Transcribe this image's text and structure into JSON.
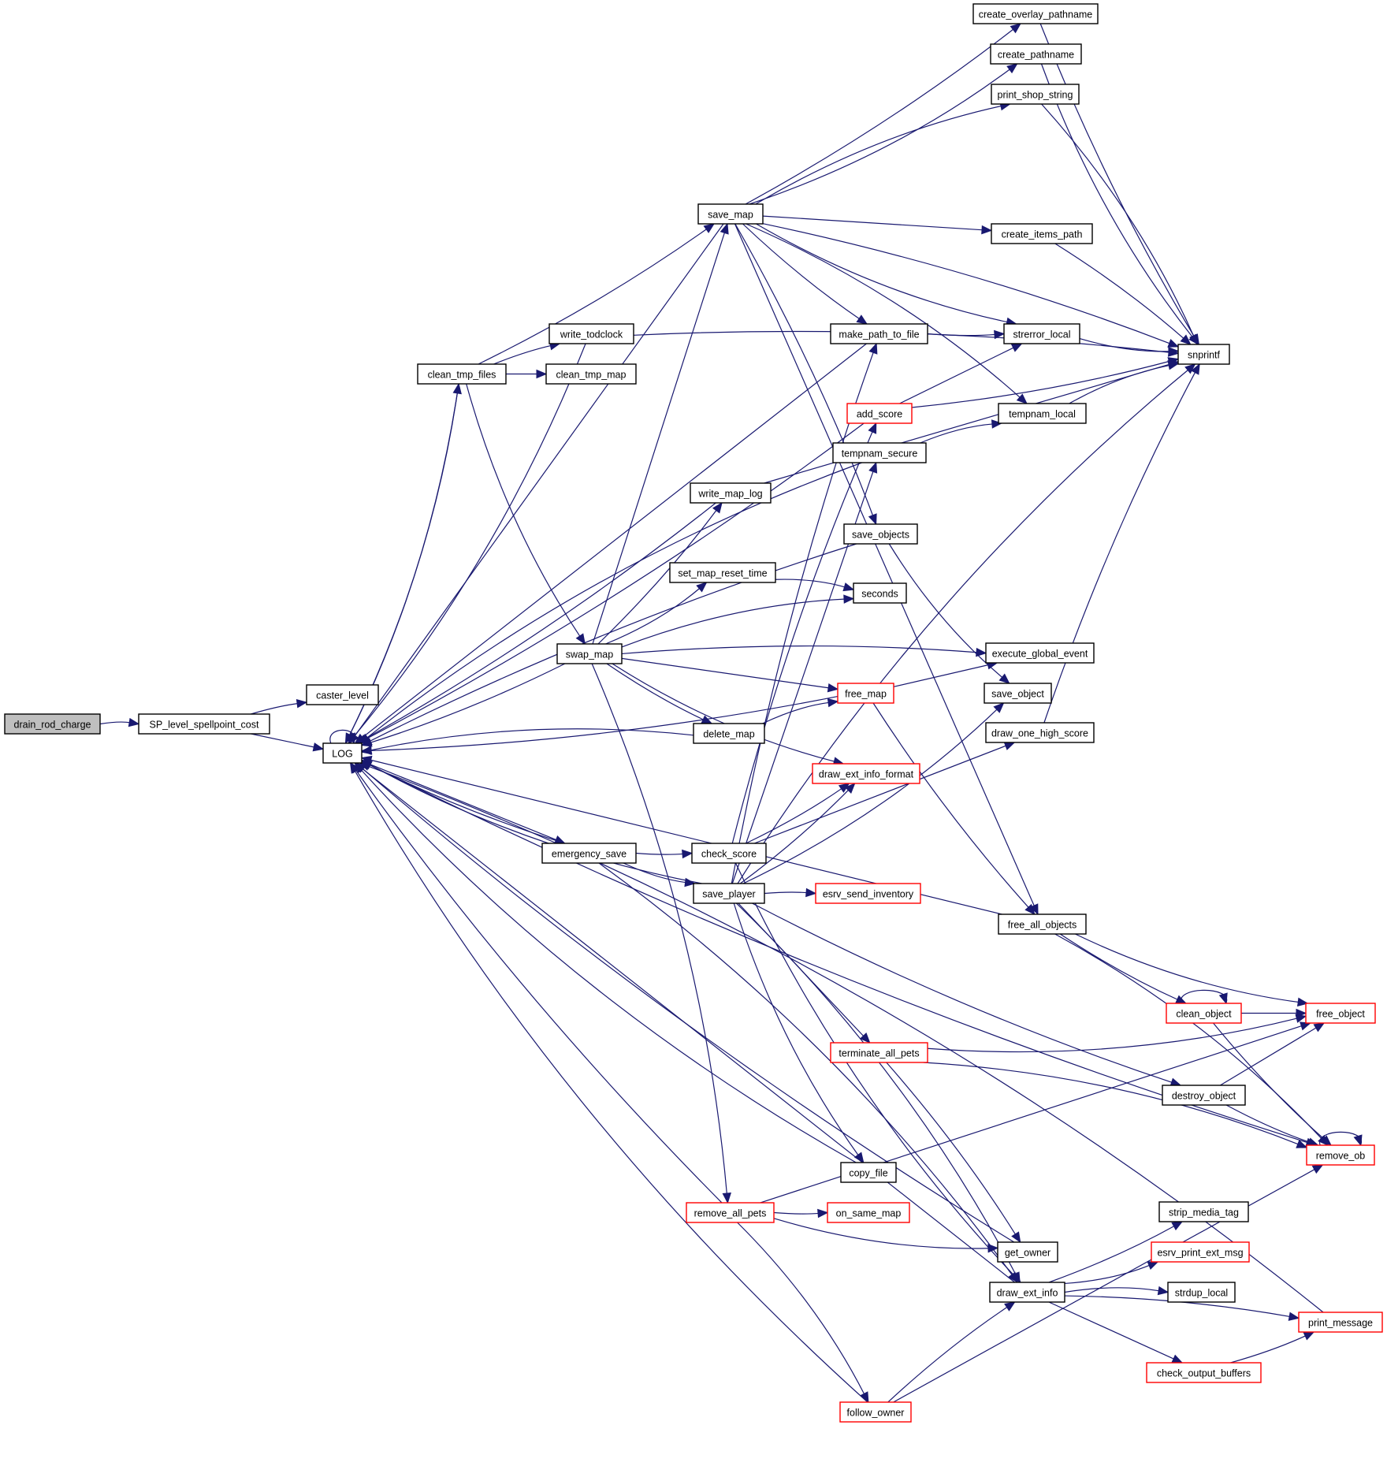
{
  "title": "drain_rod_charge call graph",
  "colors": {
    "edge": "#191970",
    "border_normal": "#000000",
    "border_truncated": "#ff0000",
    "root_fill": "#bfbfbf"
  },
  "nodes": [
    {
      "id": "drain_rod_charge",
      "label": "drain_rod_charge",
      "style": "root"
    },
    {
      "id": "SP_level_spellpoint_cost",
      "label": "SP_level_spellpoint_cost",
      "style": "normal"
    },
    {
      "id": "caster_level",
      "label": "caster_level",
      "style": "normal"
    },
    {
      "id": "LOG",
      "label": "LOG",
      "style": "normal"
    },
    {
      "id": "clean_tmp_files",
      "label": "clean_tmp_files",
      "style": "normal"
    },
    {
      "id": "write_todclock",
      "label": "write_todclock",
      "style": "normal"
    },
    {
      "id": "clean_tmp_map",
      "label": "clean_tmp_map",
      "style": "normal"
    },
    {
      "id": "save_map",
      "label": "save_map",
      "style": "normal"
    },
    {
      "id": "swap_map",
      "label": "swap_map",
      "style": "normal"
    },
    {
      "id": "emergency_save",
      "label": "emergency_save",
      "style": "normal"
    },
    {
      "id": "write_map_log",
      "label": "write_map_log",
      "style": "normal"
    },
    {
      "id": "set_map_reset_time",
      "label": "set_map_reset_time",
      "style": "normal"
    },
    {
      "id": "delete_map",
      "label": "delete_map",
      "style": "normal"
    },
    {
      "id": "check_score",
      "label": "check_score",
      "style": "normal"
    },
    {
      "id": "save_player",
      "label": "save_player",
      "style": "normal"
    },
    {
      "id": "remove_all_pets",
      "label": "remove_all_pets",
      "style": "truncated"
    },
    {
      "id": "create_overlay_pathname",
      "label": "create_overlay_pathname",
      "style": "normal"
    },
    {
      "id": "create_pathname",
      "label": "create_pathname",
      "style": "normal"
    },
    {
      "id": "print_shop_string",
      "label": "print_shop_string",
      "style": "normal"
    },
    {
      "id": "create_items_path",
      "label": "create_items_path",
      "style": "normal"
    },
    {
      "id": "make_path_to_file",
      "label": "make_path_to_file",
      "style": "normal"
    },
    {
      "id": "strerror_local",
      "label": "strerror_local",
      "style": "normal"
    },
    {
      "id": "snprintf",
      "label": "snprintf",
      "style": "normal"
    },
    {
      "id": "add_score",
      "label": "add_score",
      "style": "truncated"
    },
    {
      "id": "tempnam_local",
      "label": "tempnam_local",
      "style": "normal"
    },
    {
      "id": "tempnam_secure",
      "label": "tempnam_secure",
      "style": "normal"
    },
    {
      "id": "save_objects",
      "label": "save_objects",
      "style": "normal"
    },
    {
      "id": "seconds",
      "label": "seconds",
      "style": "normal"
    },
    {
      "id": "execute_global_event",
      "label": "execute_global_event",
      "style": "normal"
    },
    {
      "id": "free_map",
      "label": "free_map",
      "style": "truncated"
    },
    {
      "id": "save_object",
      "label": "save_object",
      "style": "normal"
    },
    {
      "id": "draw_one_high_score",
      "label": "draw_one_high_score",
      "style": "normal"
    },
    {
      "id": "draw_ext_info_format",
      "label": "draw_ext_info_format",
      "style": "truncated"
    },
    {
      "id": "esrv_send_inventory",
      "label": "esrv_send_inventory",
      "style": "truncated"
    },
    {
      "id": "free_all_objects",
      "label": "free_all_objects",
      "style": "normal"
    },
    {
      "id": "clean_object",
      "label": "clean_object",
      "style": "truncated"
    },
    {
      "id": "free_object",
      "label": "free_object",
      "style": "truncated"
    },
    {
      "id": "terminate_all_pets",
      "label": "terminate_all_pets",
      "style": "truncated"
    },
    {
      "id": "destroy_object",
      "label": "destroy_object",
      "style": "normal"
    },
    {
      "id": "remove_ob",
      "label": "remove_ob",
      "style": "truncated"
    },
    {
      "id": "copy_file",
      "label": "copy_file",
      "style": "normal"
    },
    {
      "id": "on_same_map",
      "label": "on_same_map",
      "style": "truncated"
    },
    {
      "id": "get_owner",
      "label": "get_owner",
      "style": "normal"
    },
    {
      "id": "strip_media_tag",
      "label": "strip_media_tag",
      "style": "normal"
    },
    {
      "id": "esrv_print_ext_msg",
      "label": "esrv_print_ext_msg",
      "style": "truncated"
    },
    {
      "id": "draw_ext_info",
      "label": "draw_ext_info",
      "style": "normal"
    },
    {
      "id": "strdup_local",
      "label": "strdup_local",
      "style": "normal"
    },
    {
      "id": "print_message",
      "label": "print_message",
      "style": "truncated"
    },
    {
      "id": "check_output_buffers",
      "label": "check_output_buffers",
      "style": "truncated"
    },
    {
      "id": "follow_owner",
      "label": "follow_owner",
      "style": "truncated"
    }
  ],
  "edges": [
    [
      "drain_rod_charge",
      "SP_level_spellpoint_cost"
    ],
    [
      "SP_level_spellpoint_cost",
      "caster_level"
    ],
    [
      "SP_level_spellpoint_cost",
      "LOG"
    ],
    [
      "LOG",
      "LOG"
    ],
    [
      "LOG",
      "clean_tmp_files"
    ],
    [
      "clean_tmp_files",
      "LOG"
    ],
    [
      "clean_tmp_files",
      "write_todclock"
    ],
    [
      "clean_tmp_files",
      "clean_tmp_map"
    ],
    [
      "clean_tmp_files",
      "save_map"
    ],
    [
      "clean_tmp_files",
      "swap_map"
    ],
    [
      "write_todclock",
      "LOG"
    ],
    [
      "write_todclock",
      "snprintf"
    ],
    [
      "save_map",
      "LOG"
    ],
    [
      "save_map",
      "create_overlay_pathname"
    ],
    [
      "save_map",
      "create_pathname"
    ],
    [
      "save_map",
      "print_shop_string"
    ],
    [
      "save_map",
      "snprintf"
    ],
    [
      "save_map",
      "create_items_path"
    ],
    [
      "save_map",
      "make_path_to_file"
    ],
    [
      "save_map",
      "strerror_local"
    ],
    [
      "save_map",
      "tempnam_local"
    ],
    [
      "save_map",
      "save_objects"
    ],
    [
      "save_map",
      "free_all_objects"
    ],
    [
      "create_overlay_pathname",
      "snprintf"
    ],
    [
      "create_pathname",
      "snprintf"
    ],
    [
      "print_shop_string",
      "snprintf"
    ],
    [
      "create_items_path",
      "snprintf"
    ],
    [
      "make_path_to_file",
      "LOG"
    ],
    [
      "make_path_to_file",
      "strerror_local"
    ],
    [
      "strerror_local",
      "snprintf"
    ],
    [
      "tempnam_local",
      "snprintf"
    ],
    [
      "add_score",
      "LOG"
    ],
    [
      "add_score",
      "strerror_local"
    ],
    [
      "add_score",
      "snprintf"
    ],
    [
      "tempnam_secure",
      "LOG"
    ],
    [
      "tempnam_secure",
      "tempnam_local"
    ],
    [
      "write_map_log",
      "LOG"
    ],
    [
      "write_map_log",
      "snprintf"
    ],
    [
      "save_objects",
      "LOG"
    ],
    [
      "save_objects",
      "save_object"
    ],
    [
      "set_map_reset_time",
      "seconds"
    ],
    [
      "swap_map",
      "LOG"
    ],
    [
      "swap_map",
      "save_map"
    ],
    [
      "swap_map",
      "write_map_log"
    ],
    [
      "swap_map",
      "set_map_reset_time"
    ],
    [
      "swap_map",
      "seconds"
    ],
    [
      "swap_map",
      "execute_global_event"
    ],
    [
      "swap_map",
      "free_map"
    ],
    [
      "swap_map",
      "delete_map"
    ],
    [
      "swap_map",
      "draw_ext_info_format"
    ],
    [
      "swap_map",
      "remove_all_pets"
    ],
    [
      "free_map",
      "LOG"
    ],
    [
      "free_map",
      "execute_global_event"
    ],
    [
      "free_map",
      "free_all_objects"
    ],
    [
      "delete_map",
      "LOG"
    ],
    [
      "delete_map",
      "free_map"
    ],
    [
      "emergency_save",
      "LOG"
    ],
    [
      "LOG",
      "emergency_save"
    ],
    [
      "emergency_save",
      "check_score"
    ],
    [
      "emergency_save",
      "save_player"
    ],
    [
      "emergency_save",
      "draw_ext_info"
    ],
    [
      "check_score",
      "add_score"
    ],
    [
      "check_score",
      "draw_one_high_score"
    ],
    [
      "check_score",
      "draw_ext_info_format"
    ],
    [
      "check_score",
      "draw_ext_info"
    ],
    [
      "save_player",
      "LOG"
    ],
    [
      "save_player",
      "make_path_to_file"
    ],
    [
      "save_player",
      "tempnam_secure"
    ],
    [
      "save_player",
      "draw_ext_info_format"
    ],
    [
      "save_player",
      "save_object"
    ],
    [
      "save_player",
      "snprintf"
    ],
    [
      "save_player",
      "esrv_send_inventory"
    ],
    [
      "save_player",
      "terminate_all_pets"
    ],
    [
      "save_player",
      "destroy_object"
    ],
    [
      "save_player",
      "copy_file"
    ],
    [
      "save_player",
      "draw_ext_info"
    ],
    [
      "draw_one_high_score",
      "snprintf"
    ],
    [
      "free_all_objects",
      "LOG"
    ],
    [
      "free_all_objects",
      "clean_object"
    ],
    [
      "free_all_objects",
      "free_object"
    ],
    [
      "free_all_objects",
      "remove_ob"
    ],
    [
      "clean_object",
      "clean_object"
    ],
    [
      "clean_object",
      "free_object"
    ],
    [
      "clean_object",
      "remove_ob"
    ],
    [
      "terminate_all_pets",
      "free_object"
    ],
    [
      "terminate_all_pets",
      "remove_ob"
    ],
    [
      "terminate_all_pets",
      "get_owner"
    ],
    [
      "destroy_object",
      "free_object"
    ],
    [
      "destroy_object",
      "remove_ob"
    ],
    [
      "remove_ob",
      "remove_ob"
    ],
    [
      "copy_file",
      "LOG"
    ],
    [
      "remove_all_pets",
      "LOG"
    ],
    [
      "remove_all_pets",
      "free_object"
    ],
    [
      "remove_all_pets",
      "on_same_map"
    ],
    [
      "remove_all_pets",
      "get_owner"
    ],
    [
      "remove_all_pets",
      "follow_owner"
    ],
    [
      "get_owner",
      "LOG"
    ],
    [
      "draw_ext_info",
      "LOG"
    ],
    [
      "draw_ext_info",
      "strip_media_tag"
    ],
    [
      "draw_ext_info",
      "esrv_print_ext_msg"
    ],
    [
      "draw_ext_info",
      "strdup_local"
    ],
    [
      "draw_ext_info",
      "print_message"
    ],
    [
      "draw_ext_info",
      "check_output_buffers"
    ],
    [
      "check_output_buffers",
      "print_message"
    ],
    [
      "print_message",
      "LOG"
    ],
    [
      "follow_owner",
      "LOG"
    ],
    [
      "follow_owner",
      "draw_ext_info"
    ],
    [
      "follow_owner",
      "remove_ob"
    ],
    [
      "LOG",
      "remove_ob"
    ]
  ]
}
